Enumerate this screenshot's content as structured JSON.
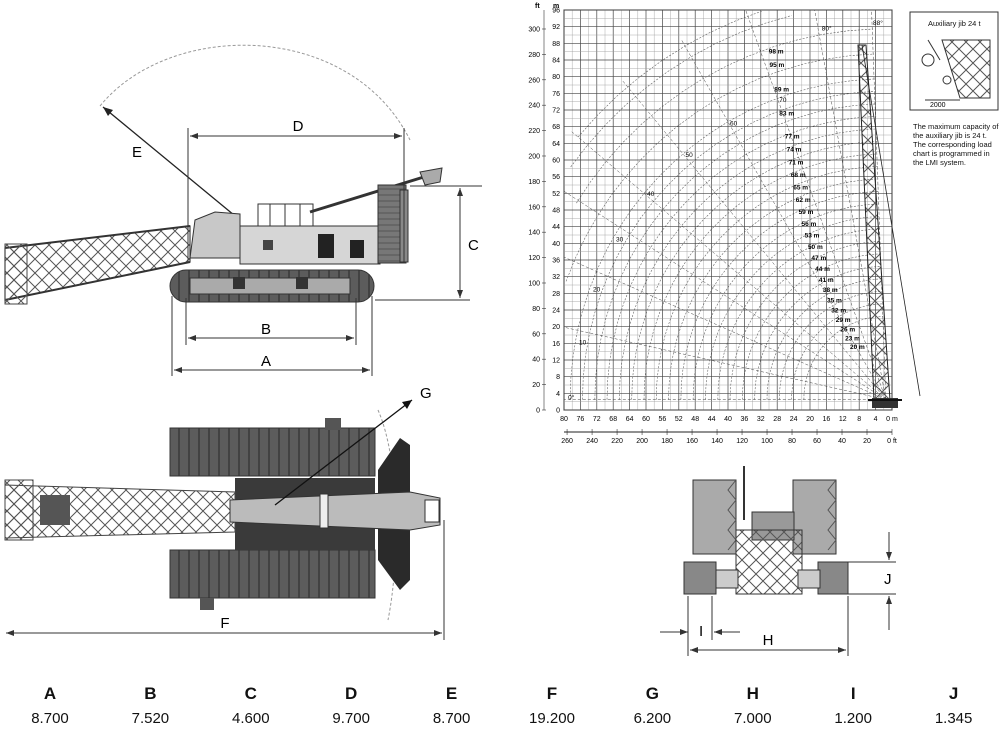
{
  "side_view": {
    "labels": {
      "D": "D",
      "E": "E",
      "C": "C",
      "B": "B",
      "A": "A"
    }
  },
  "top_view": {
    "labels": {
      "G": "G",
      "F": "F"
    }
  },
  "rear_view": {
    "labels": {
      "J": "J",
      "I": "I",
      "H": "H"
    }
  },
  "load_chart": {
    "y_unit_ft": "ft",
    "y_unit_m": "m",
    "x_unit_ft": "ft",
    "x_unit_m": "m",
    "y_ticks_m": [
      "96",
      "92",
      "88",
      "84",
      "80",
      "76",
      "72",
      "68",
      "64",
      "60",
      "56",
      "52",
      "48",
      "44",
      "40",
      "36",
      "32",
      "28",
      "24",
      "20",
      "16",
      "12",
      "8",
      "4",
      "0"
    ],
    "y_ticks_ft": [
      "300",
      "280",
      "260",
      "240",
      "220",
      "200",
      "180",
      "160",
      "140",
      "120",
      "100",
      "80",
      "60",
      "40",
      "20",
      "0"
    ],
    "x_ticks_m": [
      "80",
      "76",
      "72",
      "68",
      "64",
      "60",
      "56",
      "52",
      "48",
      "44",
      "40",
      "36",
      "32",
      "28",
      "24",
      "20",
      "16",
      "12",
      "8",
      "4",
      "0 m"
    ],
    "x_ticks_ft": [
      "260",
      "240",
      "220",
      "200",
      "180",
      "160",
      "140",
      "120",
      "100",
      "80",
      "60",
      "40",
      "20",
      "0 ft"
    ],
    "boom_lengths": [
      "98 m",
      "95 m",
      "89 m",
      "83 m",
      "77 m",
      "74 m",
      "71 m",
      "68 m",
      "65 m",
      "62 m",
      "59 m",
      "56 m",
      "53 m",
      "50 m",
      "47 m",
      "44 m",
      "41 m",
      "38 m",
      "35 m",
      "32 m",
      "29 m",
      "26 m",
      "23 m",
      "20 m"
    ],
    "angles": [
      "0°",
      "10",
      "20",
      "30",
      "40",
      "50",
      "60",
      "70",
      "80°",
      "88°"
    ]
  },
  "auxiliary_jib": {
    "title": "Auxiliary jib 24 t",
    "dimension": "2000",
    "note": "The maximum capacity of the auxiliary jib is 24 t. The corresponding load chart is programmed in the LMI system."
  },
  "dimensions": [
    {
      "label": "A",
      "value": "8.700"
    },
    {
      "label": "B",
      "value": "7.520"
    },
    {
      "label": "C",
      "value": "4.600"
    },
    {
      "label": "D",
      "value": "9.700"
    },
    {
      "label": "E",
      "value": "8.700"
    },
    {
      "label": "F",
      "value": "19.200"
    },
    {
      "label": "G",
      "value": "6.200"
    },
    {
      "label": "H",
      "value": "7.000"
    },
    {
      "label": "I",
      "value": "1.200"
    },
    {
      "label": "J",
      "value": "1.345"
    }
  ]
}
